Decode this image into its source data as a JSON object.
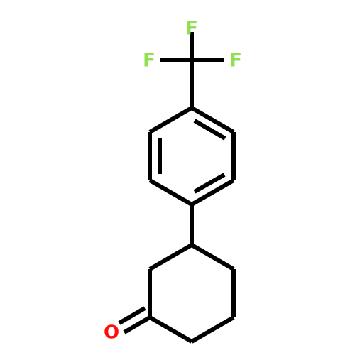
{
  "molecule": {
    "atoms": [
      {
        "id": "f1",
        "symbol": "F",
        "color": "#90e050"
      },
      {
        "id": "f2",
        "symbol": "F",
        "color": "#90e050"
      },
      {
        "id": "f3",
        "symbol": "F",
        "color": "#90e050"
      },
      {
        "id": "o1",
        "symbol": "O",
        "color": "#ff0d0d"
      }
    ],
    "bond_color": "#000000"
  }
}
